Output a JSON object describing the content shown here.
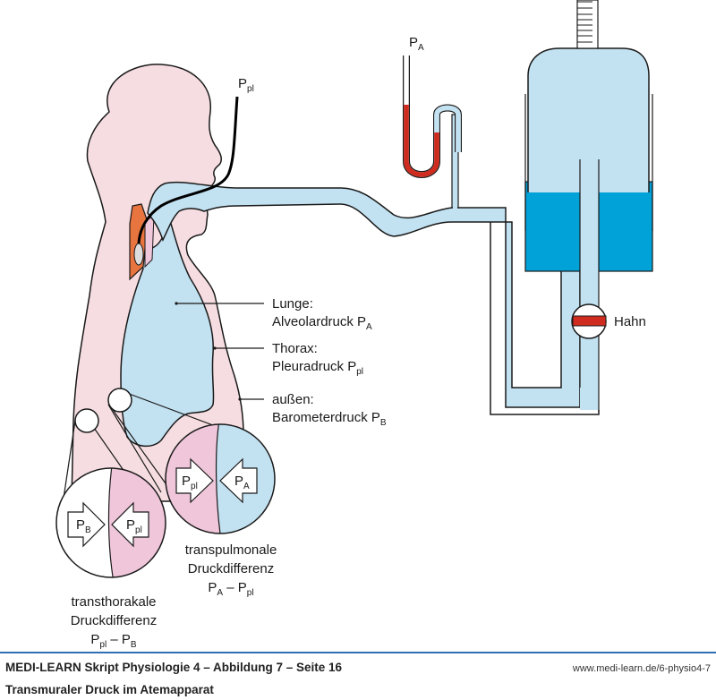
{
  "figure": {
    "labels": {
      "ppl_probe": {
        "main": "P",
        "sub": "pl"
      },
      "pa_manometer": {
        "main": "P",
        "sub": "A"
      },
      "hahn": "Hahn",
      "lunge_title": "Lunge:",
      "lunge_desc": {
        "main": "Alveolardruck P",
        "sub": "A"
      },
      "thorax_title": "Thorax:",
      "thorax_desc": {
        "main": "Pleuradruck P",
        "sub": "pl"
      },
      "aussen_title": "außen:",
      "aussen_desc": {
        "main": "Barometerdruck P",
        "sub": "B"
      }
    },
    "transpulmonal": {
      "arrow_left": {
        "main": "P",
        "sub": "pl"
      },
      "arrow_right": {
        "main": "P",
        "sub": "A"
      },
      "caption_1": "transpulmonale",
      "caption_2": "Druckdifferenz",
      "formula": {
        "a": "P",
        "a_sub": "A",
        "op": " – ",
        "b": "P",
        "b_sub": "pl"
      }
    },
    "transthorakal": {
      "arrow_left": {
        "main": "P",
        "sub": "B"
      },
      "arrow_right": {
        "main": "P",
        "sub": "pl"
      },
      "caption_1": "transthorakale",
      "caption_2": "Druckdifferenz",
      "formula": {
        "a": "P",
        "a_sub": "pl",
        "op": " – ",
        "b": "P",
        "b_sub": "B"
      }
    },
    "colors": {
      "skin": "#f6dde1",
      "airway": "#c2e1f1",
      "water": "#00a2d8",
      "mercury": "#d02b1f",
      "pleura": "#f0c6da",
      "esophagus": "#e8743f",
      "outline": "#1a1a1a",
      "footer_rule": "#2e6fb5"
    }
  },
  "footer": {
    "title": "MEDI-LEARN Skript Physiologie 4 – Abbildung 7 – Seite 16",
    "url": "www.medi-learn.de/6-physio4-7",
    "caption": "Transmuraler Druck im Atemapparat"
  }
}
